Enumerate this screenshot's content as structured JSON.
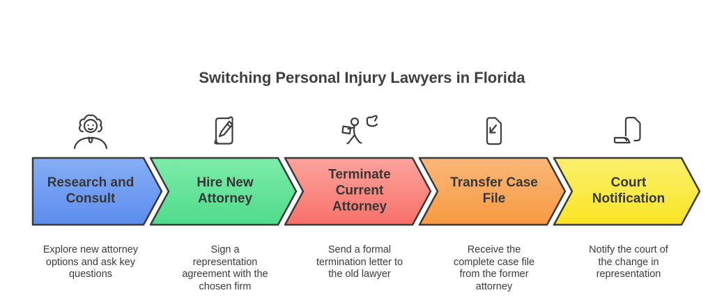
{
  "title": "Switching Personal Injury Lawyers in Florida",
  "outline_color": "#3a3a3a",
  "steps": [
    {
      "label": "Research and\nConsult",
      "description": "Explore new attorney\noptions and ask key\nquestions",
      "icon": "attorney-person-icon",
      "color_top": "#87AFF4",
      "color_bottom": "#5C8CEE"
    },
    {
      "label": "Hire New\nAttorney",
      "description": "Sign a\nrepresentation\nagreement with the\nchosen firm",
      "icon": "document-pen-icon",
      "color_top": "#7DEBAA",
      "color_bottom": "#4FDC8B"
    },
    {
      "label": "Terminate\nCurrent\nAttorney",
      "description": "Send a formal\ntermination letter to\nthe old lawyer",
      "icon": "person-leaving-icon",
      "color_top": "#FBA49D",
      "color_bottom": "#F8706A"
    },
    {
      "label": "Transfer Case\nFile",
      "description": "Receive the\ncomplete case file\nfrom the former\nattorney",
      "icon": "file-receive-icon",
      "color_top": "#FBB878",
      "color_bottom": "#F69A42"
    },
    {
      "label": "Court\nNotification",
      "description": "Notify the court of\nthe change in\nrepresentation",
      "icon": "document-hand-icon",
      "color_top": "#FBF06E",
      "color_bottom": "#FAE424"
    }
  ]
}
